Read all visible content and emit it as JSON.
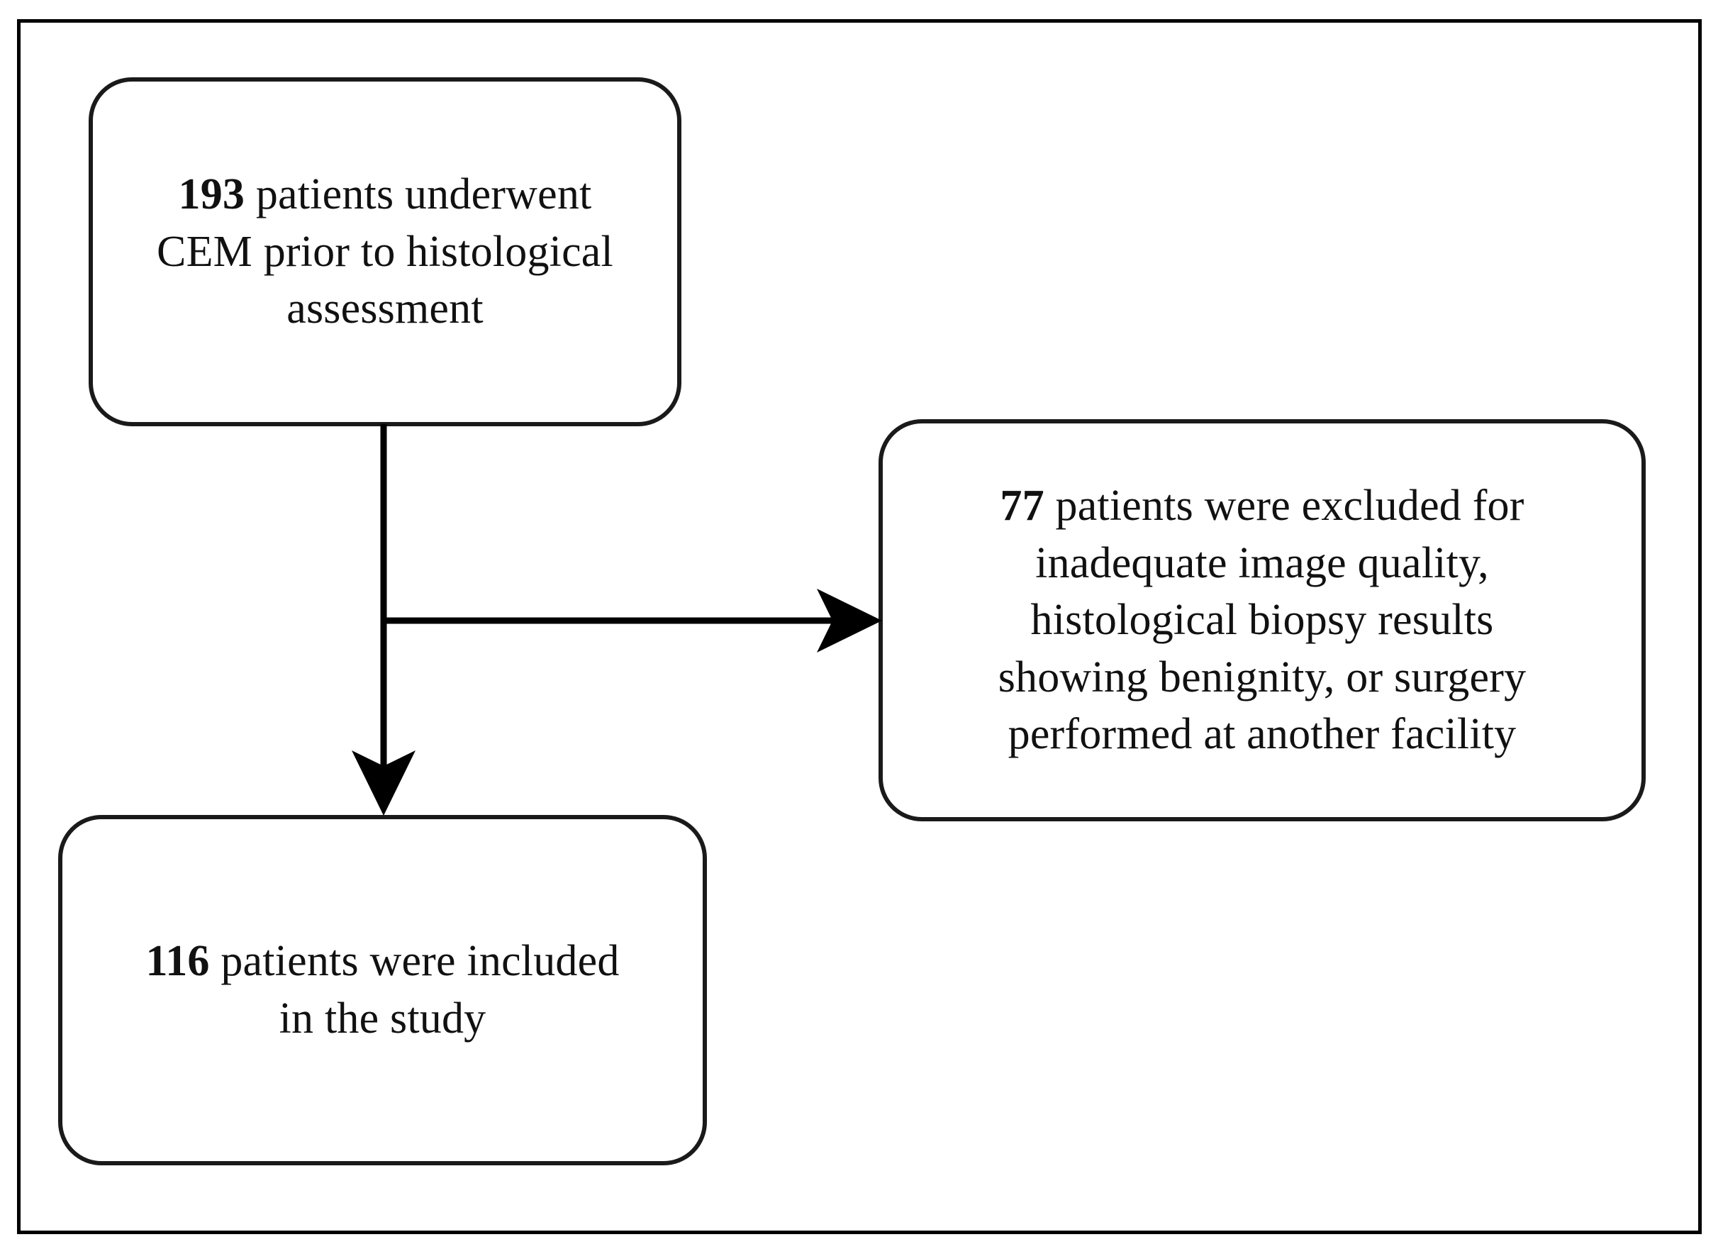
{
  "figure": {
    "type": "flowchart",
    "orientation": "vertical-with-side-exclusion",
    "border_color": "#000000",
    "stroke_color": "#1a1a1a",
    "background_color": "#ffffff"
  },
  "nodes": {
    "source": {
      "id": "source-cohort",
      "count": "193",
      "lines": [
        "193 patients underwent",
        "CEM prior to histological",
        "assessment"
      ],
      "bold_prefix": "193",
      "line1_rest": " patients underwent",
      "line2": "CEM prior to histological",
      "line3": "assessment",
      "full_text": "193 patients underwent CEM prior to histological assessment"
    },
    "excluded": {
      "id": "excluded-cohort",
      "count": "77",
      "lines": [
        "77 patients were excluded for",
        "inadequate image quality,",
        "histological biopsy results",
        "showing benignity, or surgery",
        "performed at another facility"
      ],
      "bold_prefix": "77",
      "line1_rest": " patients were excluded for",
      "line2": "inadequate image quality,",
      "line3": "histological biopsy results",
      "line4": "showing benignity, or surgery",
      "line5": "performed at another facility",
      "full_text": "77 patients were excluded for inadequate image quality, histological biopsy results showing benignity, or surgery performed at another facility"
    },
    "included": {
      "id": "included-cohort",
      "count": "116",
      "lines": [
        "116 patients were included",
        "in the study"
      ],
      "bold_prefix": "116",
      "line1_rest": " patients were included",
      "line2": "in the study",
      "full_text": "116 patients were included in the study"
    }
  },
  "connectors": [
    {
      "id": "source-to-included",
      "from": "source",
      "to": "included",
      "direction": "down",
      "arrowhead": true
    },
    {
      "id": "source-to-excluded",
      "from": "source",
      "to": "excluded",
      "direction": "right",
      "arrowhead": true
    }
  ]
}
